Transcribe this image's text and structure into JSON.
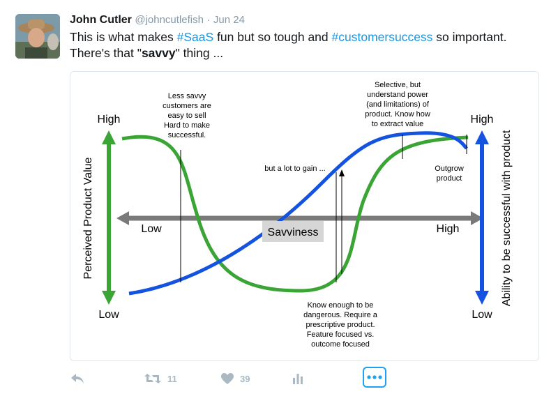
{
  "tweet": {
    "author_name": "John Cutler",
    "handle": "@johncutlefish",
    "separator": "·",
    "date": "Jun 24",
    "text_part1": "This is what makes ",
    "hashtag1": "#SaaS",
    "text_part2": " fun but so tough and ",
    "hashtag2": "#customersuccess",
    "text_part3": " so important. There's that \"",
    "text_bold": "savvy",
    "text_part4": "\" thing ..."
  },
  "diagram": {
    "left_axis_label": "Perceived Product Value",
    "left_axis_high": "High",
    "left_axis_low": "Low",
    "right_axis_label": "Ability to be successful with product",
    "right_axis_high": "High",
    "right_axis_low": "Low",
    "horizontal_low": "Low",
    "horizontal_high": "High",
    "horizontal_label": "Savviness",
    "annotation_1": [
      "Less savvy",
      "customers are",
      "easy to sell",
      "Hard to make",
      "successful."
    ],
    "annotation_2": [
      "but a lot to gain ..."
    ],
    "annotation_3": [
      "Selective, but",
      "understand power",
      "(and limitations) of",
      "product. Know how",
      "to extract value"
    ],
    "annotation_4": [
      "Outgrow",
      "product"
    ],
    "annotation_5": [
      "Know enough to be",
      "dangerous. Require a",
      "prescriptive product.",
      "Feature focused vs.",
      "outcome focused"
    ],
    "colors": {
      "green": "#3aa535",
      "blue": "#1452e0",
      "gray_axis": "#7a7a7a"
    }
  },
  "actions": {
    "reply_icon": "reply-icon",
    "retweet_count": "11",
    "like_count": "39",
    "analytics_icon": "analytics-icon",
    "more_icon": "more-icon"
  }
}
